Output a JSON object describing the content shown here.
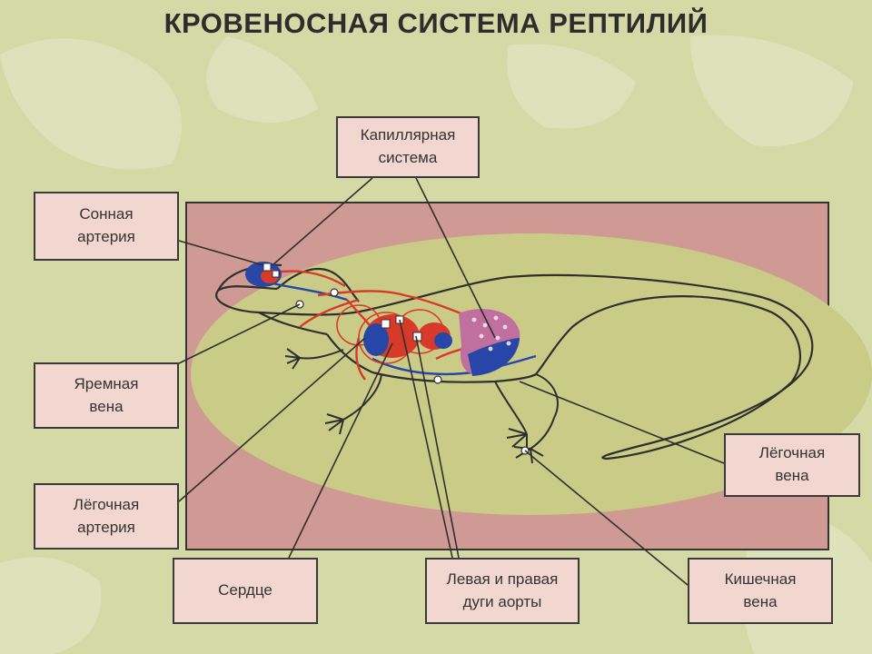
{
  "title": "КРОВЕНОСНАЯ СИСТЕМА  РЕПТИЛИЙ",
  "labels": {
    "capillary_system": "Капиллярная\nсистема",
    "carotid_artery": "Сонная\nартерия",
    "jugular_vein": "Яремная\nвена",
    "pulmonary_artery": "Лёгочная\nартерия",
    "heart": "Сердце",
    "aortic_arches": "Левая и правая\nдуги аорты",
    "pulmonary_vein": "Лёгочная\nвена",
    "intestinal_vein": "Кишечная\nвена"
  },
  "colors": {
    "background": "#d4d9a6",
    "outer_frame": "#cf9a93",
    "body_field": "#c9cb86",
    "label_fill": "#f1d7d0",
    "arterial": "#d83a2a",
    "venous": "#2746a8",
    "lung": "#c0709e"
  }
}
